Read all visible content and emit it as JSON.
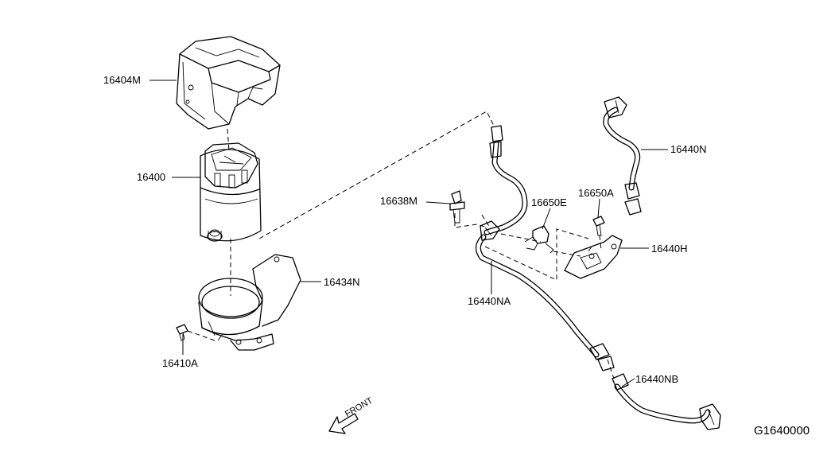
{
  "labels": {
    "p16404M": "16404M",
    "p16400": "16400",
    "p16434N": "16434N",
    "p16410A": "16410A",
    "p16638M": "16638M",
    "p16650E": "16650E",
    "p16650A": "16650A",
    "p16440N": "16440N",
    "p16440H": "16440H",
    "p16440NA": "16440NA",
    "p16440NB": "16440NB"
  },
  "front_text": "FRONT",
  "diagram_code": "G1640000"
}
